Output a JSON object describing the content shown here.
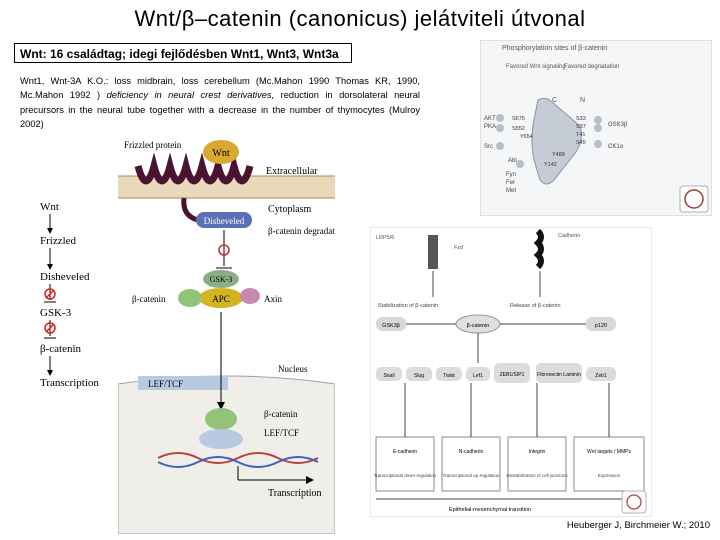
{
  "title": "Wnt/β–catenin (canonicus) jelátviteli útvonal",
  "subtitle": "Wnt: 16 családtag; idegi fejlődésben Wnt1, Wnt3, Wnt3a",
  "body": {
    "part1": "Wnt1, Wnt-3A K.O.: loss midbrain, loss cerebellum (Mc.Mahon 1990 Thomas KR, 1990, Mc.Mahon 1992 )",
    "part2": "deficiency in neural crest derivatives,",
    "part3": "reduction in dorsolateral neural precursors in the neural tube together with a decrease in the number of thymocytes (Mulroy 2002)"
  },
  "credit": "Heuberger J, Birchmeier W.; 2010",
  "legend": {
    "items": [
      "Wnt",
      "Frizzled",
      "Disheveled",
      "GSK-3",
      "β-catenin",
      "Transcription"
    ]
  },
  "pathway": {
    "frizzled_label": "Frizzled protein",
    "wnt": "Wnt",
    "extracellular": "Extracellular",
    "disheveled": "Disheveled",
    "cytoplasm": "Cytoplasm",
    "degradation": "β-catenin degradation",
    "gsk3": "GSK-3",
    "apc": "APC",
    "bcatenin": "β-catenin",
    "axin": "Axin",
    "lef": "LEF/TCF",
    "nucleus": "Nucleus",
    "bcatenin2": "β-catenin",
    "lef2": "LEF/TCF",
    "transcription": "Transcription"
  },
  "phospho": {
    "title": "Phosphorylation sites of β-catenin",
    "col1": "Favored Wnt signaling",
    "col2": "Favored degradation",
    "c_label": "C",
    "n_label": "N",
    "left_kinases": [
      "AKT",
      "PKA",
      "Src"
    ],
    "left_sites": [
      "S675",
      "S552",
      "Y654"
    ],
    "right_sites": [
      "S33",
      "S37",
      "T41",
      "S45"
    ],
    "right_kinases": [
      "GSK3β",
      "CK1α"
    ],
    "low_sites": [
      "Y489",
      "Y142"
    ],
    "low_kinases": [
      "Abl",
      "Fyn",
      "Fer",
      "Met"
    ]
  },
  "cascade": {
    "top_left": "LRP5/6",
    "top_left2": "Fzd",
    "top_right": "Cadherin",
    "stab": "Stabilization of β-catenin",
    "release": "Release of β-catenin",
    "left_box": "GSK3β",
    "center": "β-catenin",
    "right_box": "p120",
    "targets": [
      "Snail",
      "Slug",
      "Twist",
      "Lef1",
      "ZEB1/SIP1",
      "Fibronectin Laminin",
      "Zeb1"
    ],
    "effects": [
      "E-cadherin",
      "N-cadherin",
      "Integrin",
      "Wnt targets / MMPs"
    ],
    "effects_sub": [
      "Transcriptional down-regulation",
      "Transcriptional up-regulation",
      "Destabilization of cell junctions",
      "Expression"
    ],
    "bottom": "Epithelial-mesenchymal transition"
  },
  "colors": {
    "frizzled": "#4a1230",
    "wnt": "#d8a830",
    "disheveled": "#5a6fb8",
    "gsk3": "#8aae86",
    "apc": "#d4b41e",
    "lef": "#b8c9e2",
    "bcatenin": "#92c37a"
  }
}
